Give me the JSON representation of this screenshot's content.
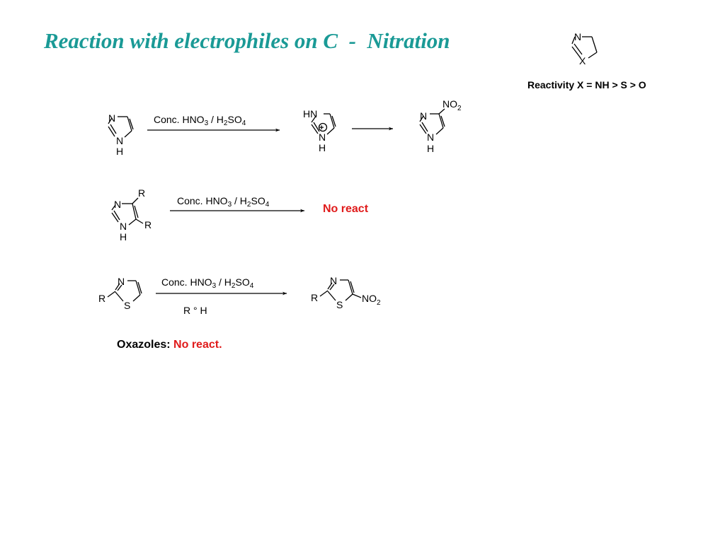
{
  "title": "Reaction with electrophiles on C  -  Nitration",
  "reactivity": "Reactivity X = NH > S > O",
  "reagent": {
    "conc": "Conc. HNO",
    "sub3": "3",
    "slash": " / H",
    "sub2": "2",
    "so": "SO",
    "sub4": "4"
  },
  "atoms": {
    "N": "N",
    "H": "H",
    "HN": "HN",
    "S": "S",
    "R": "R",
    "X": "X",
    "NO": "NO",
    "two": "2",
    "plus": "+"
  },
  "condition": "R ° H",
  "no_react": "No react",
  "oxazoles": {
    "label": "Oxazoles:",
    "result": "No react."
  }
}
